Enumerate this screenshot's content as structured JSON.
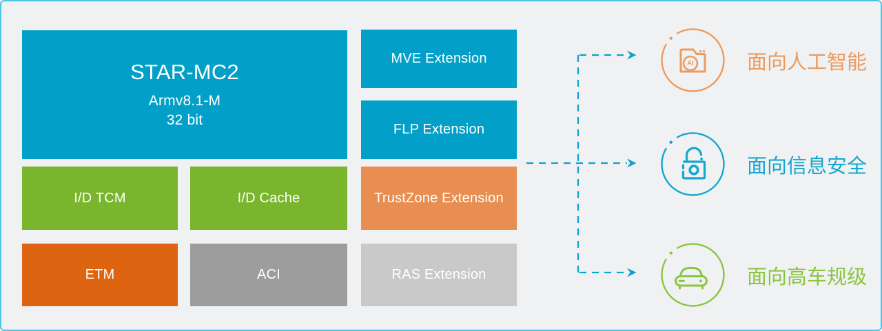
{
  "frame": {
    "background": "#f0f1f2",
    "border_color": "#4ec3e6"
  },
  "colors": {
    "blue": "#02a0c8",
    "green": "#7ab52e",
    "orange_dark": "#dd6511",
    "orange_light": "#e78e50",
    "gray": "#9d9d9d",
    "gray_light": "#c9c9c9",
    "arrow": "#0ba2cc",
    "text_on_block": "#ffffff"
  },
  "core_block": {
    "title": "STAR-MC2",
    "subtitle_line1": "Armv8.1-M",
    "subtitle_line2": "32 bit"
  },
  "blocks": {
    "mve": {
      "label": "MVE Extension"
    },
    "flp": {
      "label": "FLP Extension"
    },
    "id_tcm": {
      "label": "I/D TCM"
    },
    "id_cache": {
      "label": "I/D Cache"
    },
    "trustzone": {
      "label": "TrustZone Extension"
    },
    "etm": {
      "label": "ETM"
    },
    "aci": {
      "label": "ACI"
    },
    "ras": {
      "label": "RAS Extension"
    }
  },
  "targets": {
    "ai": {
      "icon": "ai-folder-icon",
      "icon_text": "AI",
      "label": "面向人工智能",
      "color": "#ec9b5e"
    },
    "security": {
      "icon": "unlock-icon",
      "label": "面向信息安全",
      "color": "#14a7d0"
    },
    "automotive": {
      "icon": "car-icon",
      "label": "面向高车规级",
      "color": "#8bc53f"
    }
  }
}
